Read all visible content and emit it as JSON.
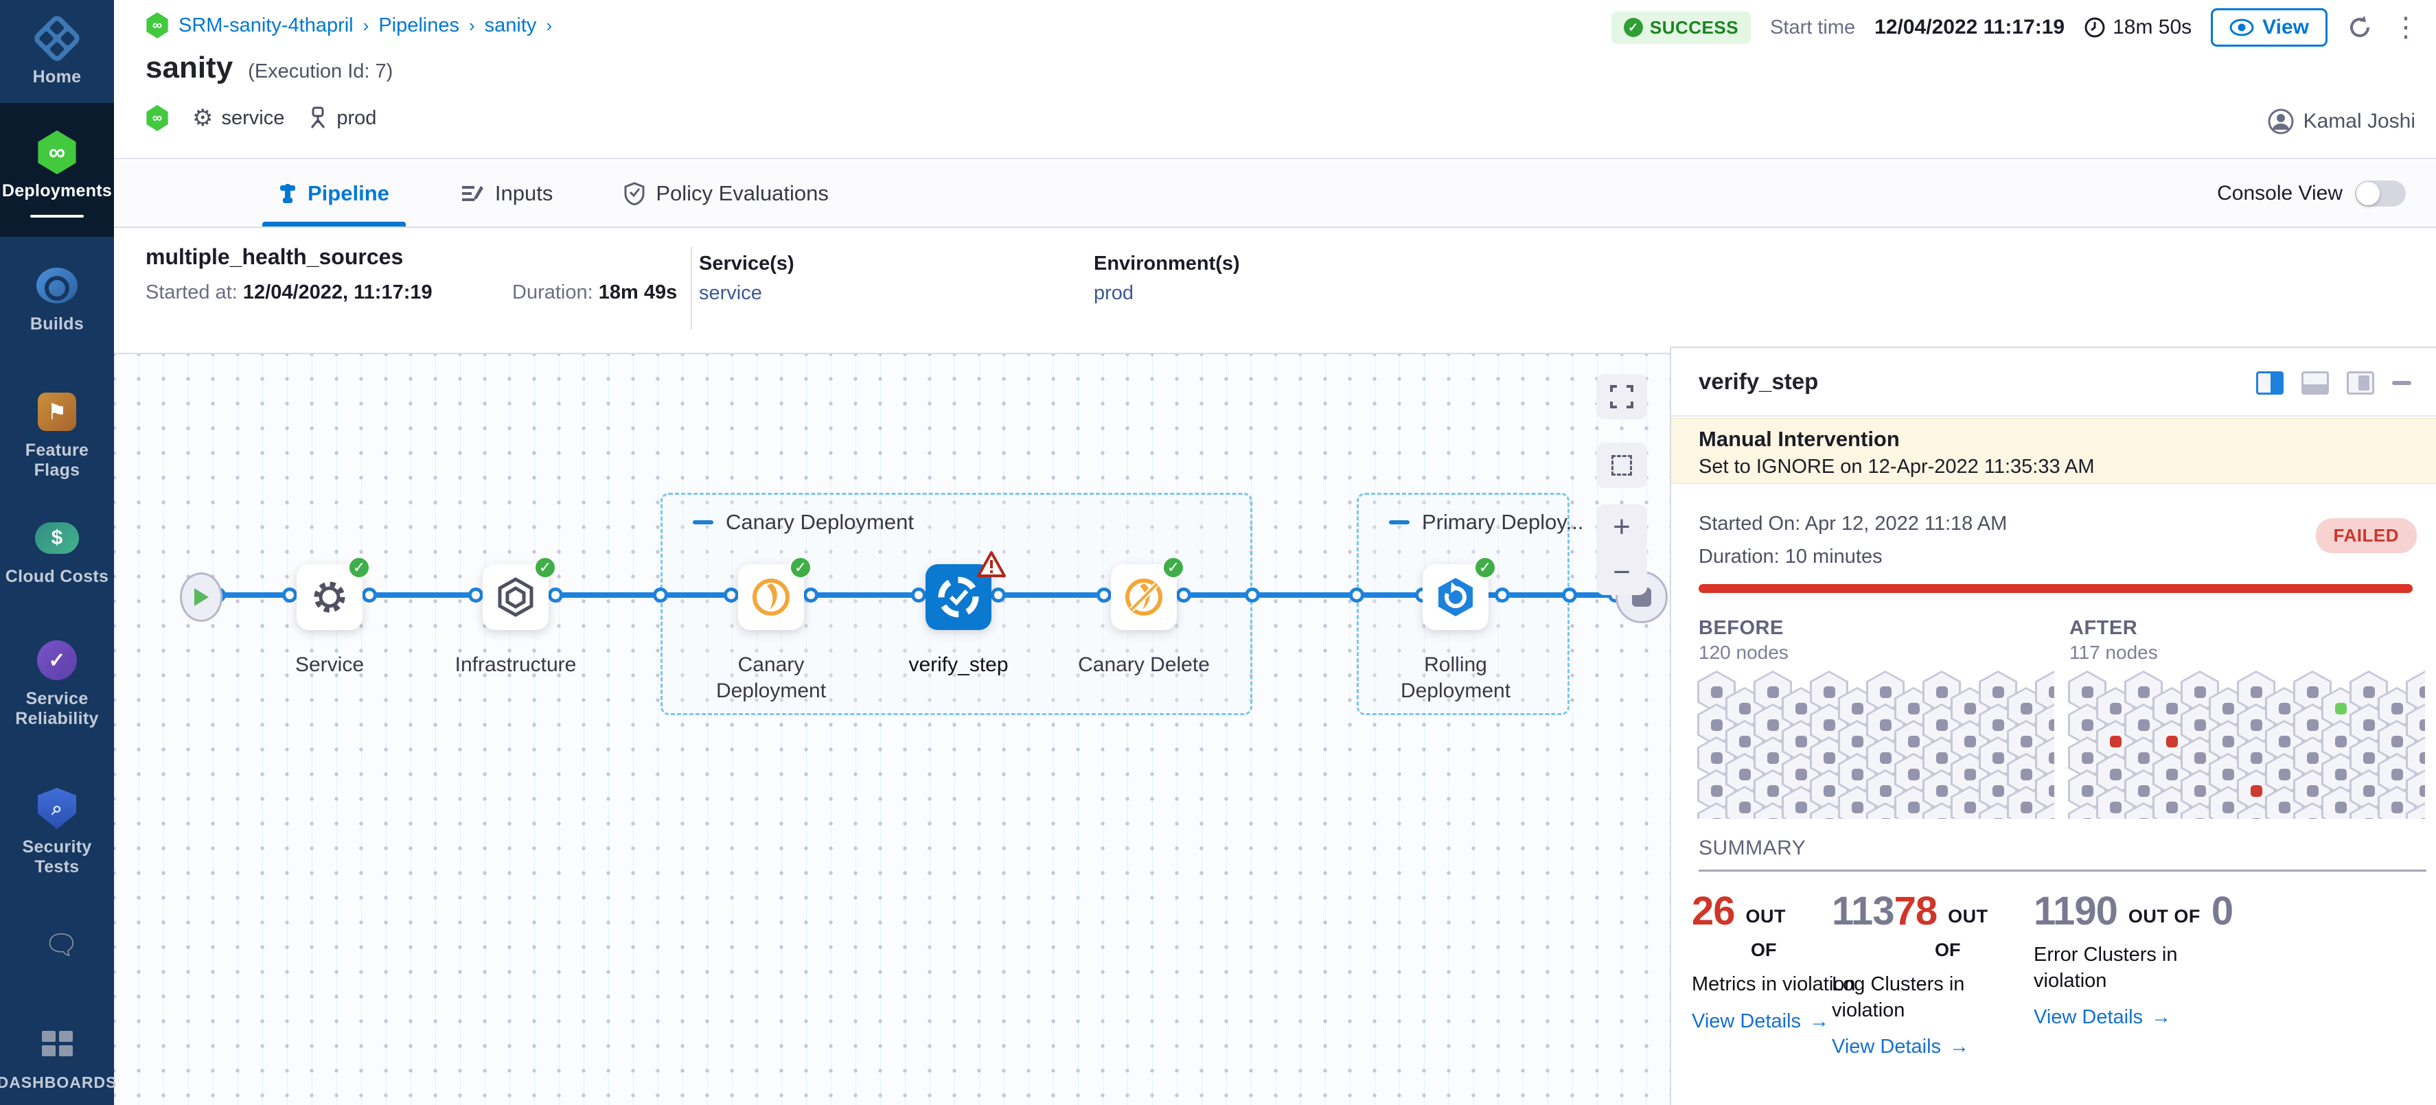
{
  "sidebar": {
    "items": [
      {
        "id": "home",
        "label": "Home"
      },
      {
        "id": "deployments",
        "label": "Deployments"
      },
      {
        "id": "builds",
        "label": "Builds"
      },
      {
        "id": "feature-flags",
        "label": "Feature Flags"
      },
      {
        "id": "cloud-costs",
        "label": "Cloud Costs"
      },
      {
        "id": "service-reliability",
        "label": "Service Reliability"
      },
      {
        "id": "security-tests",
        "label": "Security Tests"
      },
      {
        "id": "dashboards",
        "label": "DASHBOARDS"
      }
    ]
  },
  "header": {
    "breadcrumb": {
      "0": "SRM-sanity-4thapril",
      "1": "Pipelines",
      "2": "sanity"
    },
    "title": "sanity",
    "execution_id": "(Execution Id: 7)",
    "tag_service": "service",
    "tag_env": "prod",
    "status": "SUCCESS",
    "start_time_label": "Start time",
    "start_time": "12/04/2022 11:17:19",
    "duration": "18m 50s",
    "view_label": "View",
    "user": "Kamal Joshi"
  },
  "tabs": {
    "pipeline": "Pipeline",
    "inputs": "Inputs",
    "policy": "Policy Evaluations",
    "console_label": "Console View"
  },
  "stage_info": {
    "name": "multiple_health_sources",
    "started_label": "Started at:",
    "started": "12/04/2022, 11:17:19",
    "duration_label": "Duration:",
    "duration": "18m 49s",
    "services_label": "Service(s)",
    "service": "service",
    "envs_label": "Environment(s)",
    "env": "prod"
  },
  "pipeline": {
    "groups": {
      "canary": "Canary Deployment",
      "primary": "Primary Deploy..."
    },
    "nodes": {
      "service": "Service",
      "infrastructure": "Infrastructure",
      "canary_deployment": "Canary Deployment",
      "verify_step": "verify_step",
      "canary_delete": "Canary Delete",
      "rolling_deployment": "Rolling Deployment"
    },
    "controls": {
      "zoom_in": "+",
      "zoom_out": "−"
    }
  },
  "panel": {
    "title": "verify_step",
    "banner_title": "Manual Intervention",
    "banner_text": "Set to IGNORE on 12-Apr-2022 11:35:33 AM",
    "started_on": "Started On: Apr 12, 2022 11:18 AM",
    "duration": "Duration: 10 minutes",
    "failed_label": "FAILED",
    "before_title": "BEFORE",
    "before_nodes": "120 nodes",
    "after_title": "AFTER",
    "after_nodes": "117 nodes",
    "summary_label": "SUMMARY",
    "stats": {
      "0": {
        "num1": "26",
        "num1_color": "red",
        "num2": "",
        "out": "OUT",
        "of": "OF",
        "tail": "",
        "label": "Metrics in violation",
        "link": "View Details"
      },
      "1": {
        "num1": "113",
        "num1_color": "gray",
        "num2": "78",
        "out": "OUT",
        "of": "OF",
        "tail": "",
        "label": "Log Clusters in violation",
        "link": "View Details"
      },
      "2": {
        "num1": "1190",
        "num1_color": "gray",
        "num2": "",
        "out": "OUT OF",
        "of": "",
        "tail": "0",
        "label": "Error Clusters in violation",
        "link": "View Details"
      }
    },
    "hex_grid": {
      "cols": 13,
      "rows": 5,
      "after_special": {
        "1,1": "red",
        "3,1": "red",
        "6,3": "red",
        "9,0": "green"
      }
    }
  },
  "colors": {
    "accent_blue": "#0278d5",
    "success_green": "#3fae49",
    "failed_red": "#cf352c",
    "canary_orange": "#f3a73a"
  }
}
